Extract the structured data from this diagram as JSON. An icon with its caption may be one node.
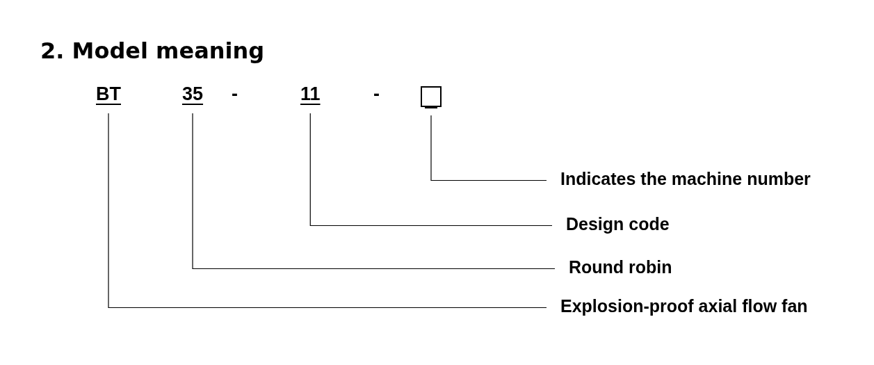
{
  "diagram": {
    "title": "2. Model meaning",
    "nodes": [
      {
        "text": [
          "BT"
        ]
      },
      {
        "text": [
          "35"
        ]
      },
      {
        "text": [
          "11"
        ]
      },
      {
        "text": [],
        "shape": "box"
      },
      {
        "text": [
          "Indicates the machine number"
        ]
      },
      {
        "text": [
          "Design code"
        ]
      },
      {
        "text": [
          "Round robin"
        ]
      },
      {
        "text": [
          "Explosion-proof axial flow fan"
        ]
      }
    ],
    "edges": [
      {
        "from": 3,
        "to": 4,
        "arrow": "none"
      },
      {
        "from": 2,
        "to": 5,
        "arrow": "none"
      },
      {
        "from": 1,
        "to": 6,
        "arrow": "none"
      },
      {
        "from": 0,
        "to": 7,
        "arrow": "none"
      }
    ],
    "labels": [
      "-",
      "-"
    ]
  }
}
